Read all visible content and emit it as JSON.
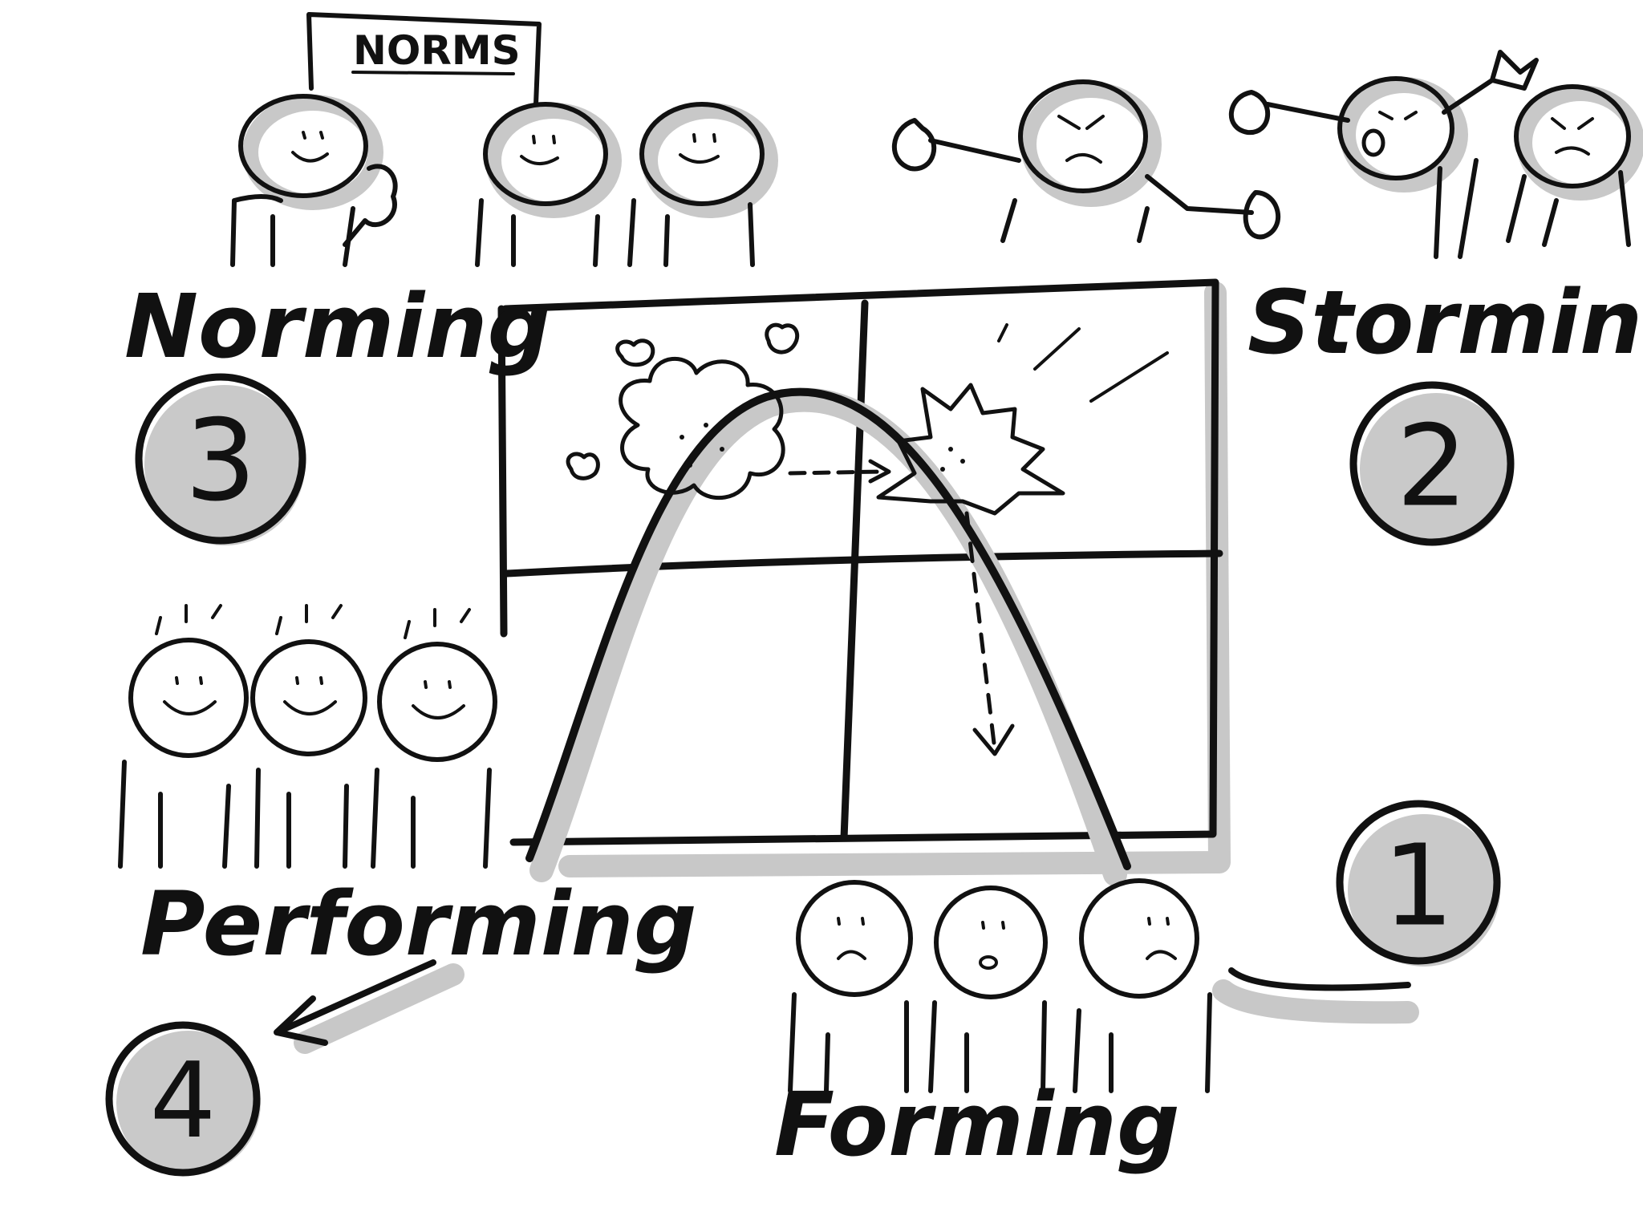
{
  "stages": {
    "forming": {
      "label": "Forming",
      "number": "1"
    },
    "storming": {
      "label": "Storming",
      "number": "2"
    },
    "norming": {
      "label": "Norming",
      "number": "3"
    },
    "performing": {
      "label": "Performing",
      "number": "4"
    }
  },
  "norms_sign": {
    "text": "NORMS"
  },
  "colors": {
    "ink": "#111111",
    "shadow": "#c8c8c8",
    "badge": "#c9c9c9",
    "background": "#ffffff"
  }
}
